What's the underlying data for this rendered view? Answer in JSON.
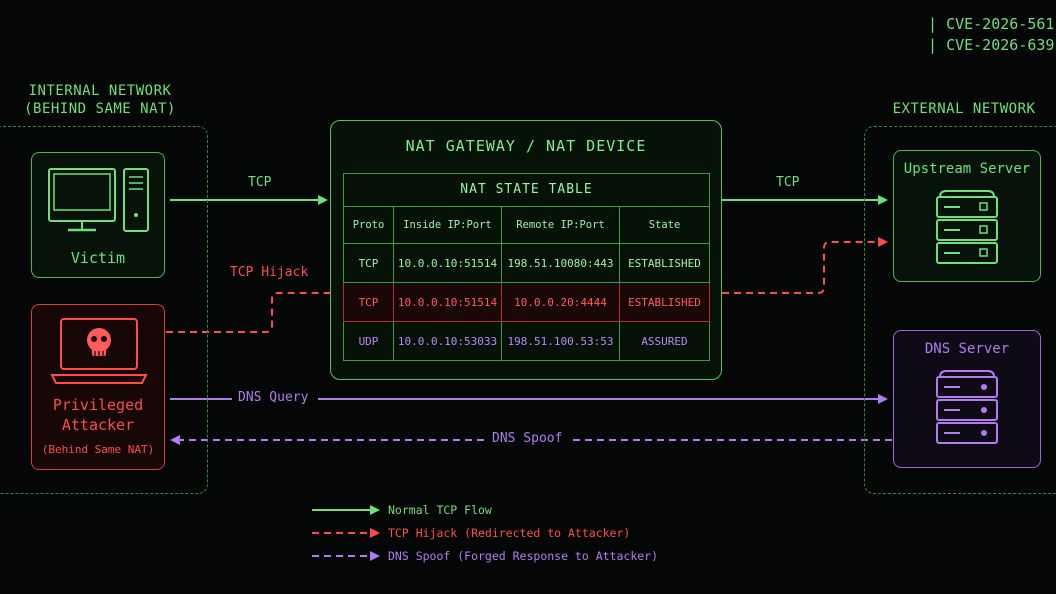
{
  "cve": [
    "CVE-2026-561",
    "CVE-2026-639"
  ],
  "internal": {
    "title_line1": "INTERNAL NETWORK",
    "title_line2": "(BEHIND SAME NAT)"
  },
  "external": {
    "title": "EXTERNAL NETWORK"
  },
  "victim": {
    "label": "Victim"
  },
  "attacker": {
    "line1": "Privileged",
    "line2": "Attacker",
    "line3": "(Behind Same NAT)"
  },
  "gateway": {
    "title": "NAT GATEWAY / NAT DEVICE",
    "table_title": "NAT STATE TABLE",
    "headers": [
      "Proto",
      "Inside IP:Port",
      "Remote IP:Port",
      "State"
    ],
    "rows": [
      [
        "TCP",
        "10.0.0.10:51514",
        "198.51.10080:443",
        "ESTABLISHED"
      ],
      [
        "TCP",
        "10.0.0.10:51514",
        "10.0.0.20:4444",
        "ESTABLISHED"
      ],
      [
        "UDP",
        "10.0.0.10:53033",
        "198.51.100.53:53",
        "ASSURED"
      ]
    ]
  },
  "upstream": {
    "label": "Upstream Server"
  },
  "dns_server": {
    "label": "DNS Server"
  },
  "flows": {
    "tcp_in": "TCP",
    "tcp_out": "TCP",
    "hijack": "TCP Hijack",
    "dns_query": "DNS Query",
    "dns_spoof": "DNS Spoof"
  },
  "legend": [
    "Normal TCP Flow",
    "TCP Hijack (Redirected to Attacker)",
    "DNS Spoof (Forged Response to Attacker)"
  ],
  "colors": {
    "green": "#6ee07a",
    "red": "#ff4b4b",
    "purple": "#b07cf0",
    "background": "#050706"
  }
}
